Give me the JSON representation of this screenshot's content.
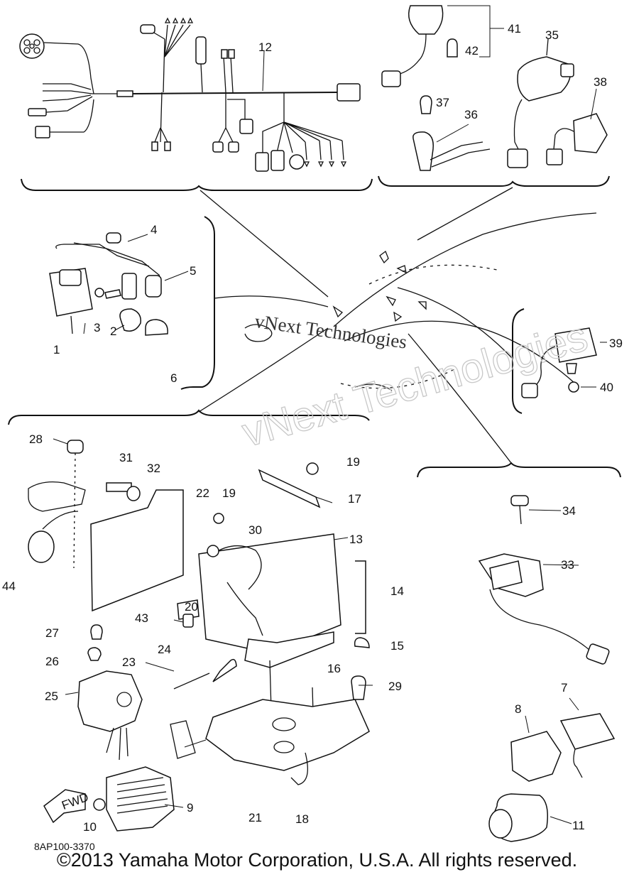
{
  "diagram": {
    "watermark": {
      "big": "vNext Technologies",
      "small": "vNext Technologies"
    },
    "diagram_id": "8AP100-3370",
    "fwd_label": "FWD",
    "copyright": "©2013 Yamaha Motor Corporation, U.S.A. All rights reserved.",
    "callouts": [
      {
        "id": "c1",
        "label": "1"
      },
      {
        "id": "c2",
        "label": "2"
      },
      {
        "id": "c3",
        "label": "3"
      },
      {
        "id": "c4",
        "label": "4"
      },
      {
        "id": "c5",
        "label": "5"
      },
      {
        "id": "c6",
        "label": "6"
      },
      {
        "id": "c7",
        "label": "7"
      },
      {
        "id": "c8",
        "label": "8"
      },
      {
        "id": "c9",
        "label": "9"
      },
      {
        "id": "c10",
        "label": "10"
      },
      {
        "id": "c11",
        "label": "11"
      },
      {
        "id": "c12",
        "label": "12"
      },
      {
        "id": "c13",
        "label": "13"
      },
      {
        "id": "c14",
        "label": "14"
      },
      {
        "id": "c15",
        "label": "15"
      },
      {
        "id": "c16",
        "label": "16"
      },
      {
        "id": "c17",
        "label": "17"
      },
      {
        "id": "c18",
        "label": "18"
      },
      {
        "id": "c19a",
        "label": "19"
      },
      {
        "id": "c19b",
        "label": "19"
      },
      {
        "id": "c20",
        "label": "20"
      },
      {
        "id": "c21",
        "label": "21"
      },
      {
        "id": "c22",
        "label": "22"
      },
      {
        "id": "c23",
        "label": "23"
      },
      {
        "id": "c24",
        "label": "24"
      },
      {
        "id": "c25",
        "label": "25"
      },
      {
        "id": "c26",
        "label": "26"
      },
      {
        "id": "c27",
        "label": "27"
      },
      {
        "id": "c28",
        "label": "28"
      },
      {
        "id": "c29",
        "label": "29"
      },
      {
        "id": "c30",
        "label": "30"
      },
      {
        "id": "c31",
        "label": "31"
      },
      {
        "id": "c32",
        "label": "32"
      },
      {
        "id": "c33",
        "label": "33"
      },
      {
        "id": "c34",
        "label": "34"
      },
      {
        "id": "c35",
        "label": "35"
      },
      {
        "id": "c36",
        "label": "36"
      },
      {
        "id": "c37",
        "label": "37"
      },
      {
        "id": "c38",
        "label": "38"
      },
      {
        "id": "c39",
        "label": "39"
      },
      {
        "id": "c40",
        "label": "40"
      },
      {
        "id": "c41",
        "label": "41"
      },
      {
        "id": "c42",
        "label": "42"
      },
      {
        "id": "c43",
        "label": "43"
      },
      {
        "id": "c44",
        "label": "44"
      }
    ]
  }
}
